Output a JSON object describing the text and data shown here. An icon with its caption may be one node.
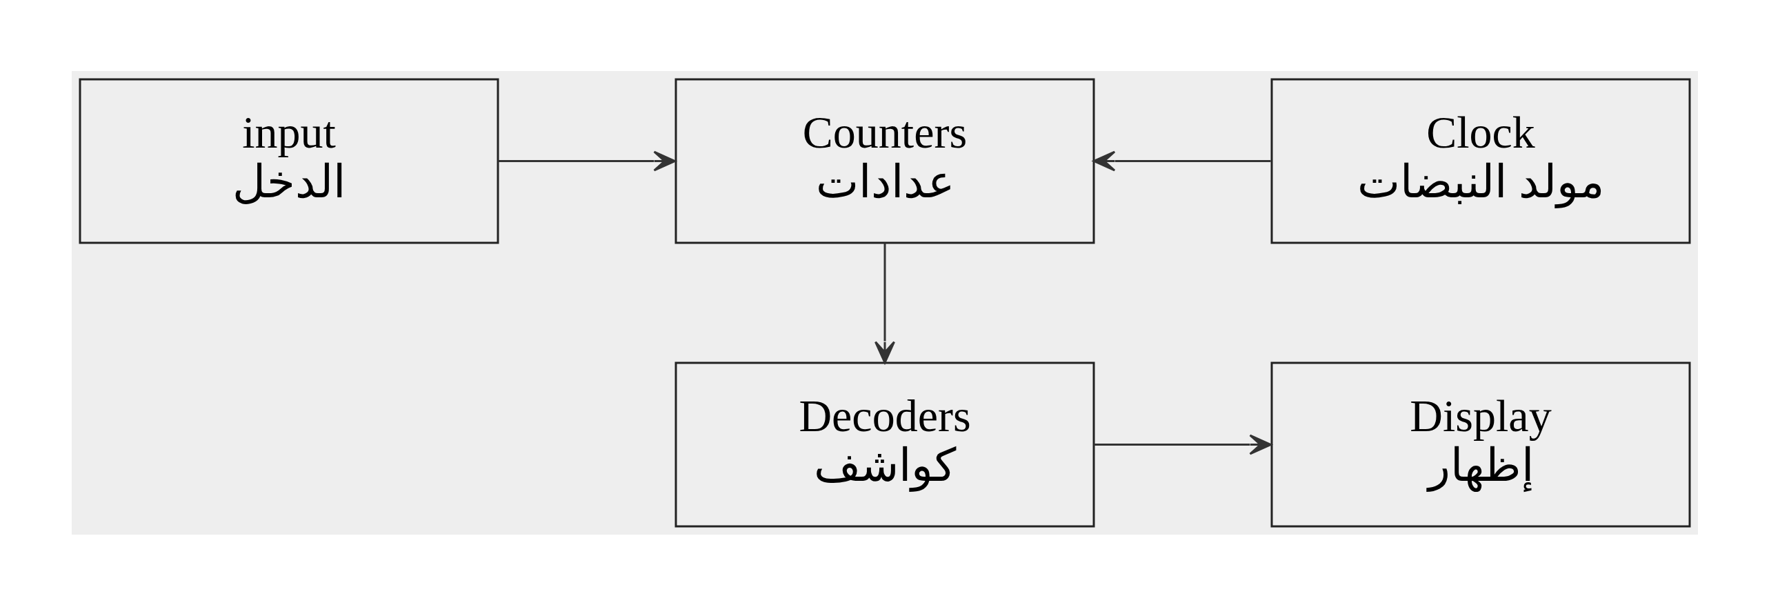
{
  "diagram": {
    "nodes": [
      {
        "text": [
          "input",
          "الدخل"
        ]
      },
      {
        "text": [
          "Counters",
          "عدادات"
        ]
      },
      {
        "text": [
          "Clock",
          "مولد النبضات"
        ]
      },
      {
        "text": [
          "Decoders",
          "كواشف"
        ]
      },
      {
        "text": [
          "Display",
          "إظهار"
        ]
      }
    ],
    "edges": [
      {
        "from": 0,
        "to": 1,
        "arrow": "to"
      },
      {
        "from": 2,
        "to": 1,
        "arrow": "to"
      },
      {
        "from": 1,
        "to": 3,
        "arrow": "to"
      },
      {
        "from": 3,
        "to": 4,
        "arrow": "to"
      }
    ]
  }
}
